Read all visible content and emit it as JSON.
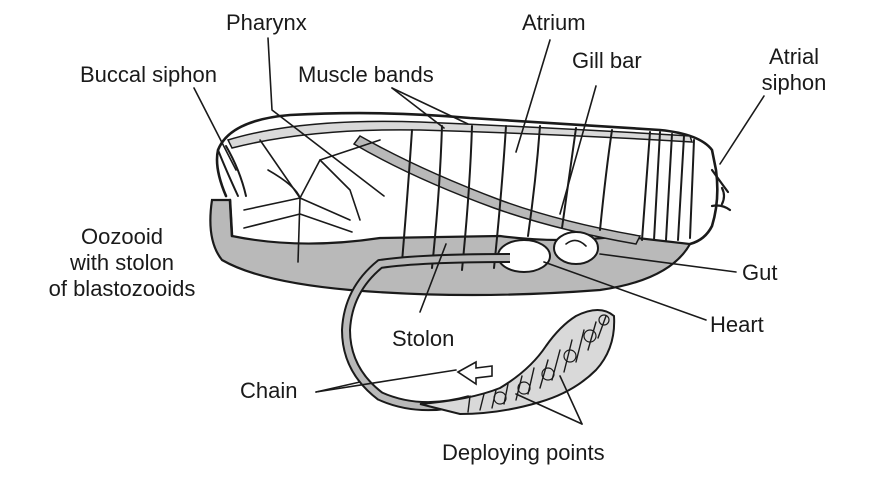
{
  "labels": {
    "pharynx": "Pharynx",
    "atrium": "Atrium",
    "buccal_siphon": "Buccal siphon",
    "muscle_bands": "Muscle bands",
    "gill_bar": "Gill bar",
    "atrial_siphon_line1": "Atrial",
    "atrial_siphon_line2": "siphon",
    "oozooid_line1": "Oozooid",
    "oozooid_line2": "with stolon",
    "oozooid_line3": "of blastozooids",
    "gut": "Gut",
    "heart": "Heart",
    "stolon": "Stolon",
    "chain": "Chain",
    "deploying_points": "Deploying points"
  },
  "colors": {
    "ink": "#1a1a1a",
    "tissue_gray": "#b9b9b9",
    "light_gray": "#d9d9d9",
    "background": "#ffffff"
  }
}
